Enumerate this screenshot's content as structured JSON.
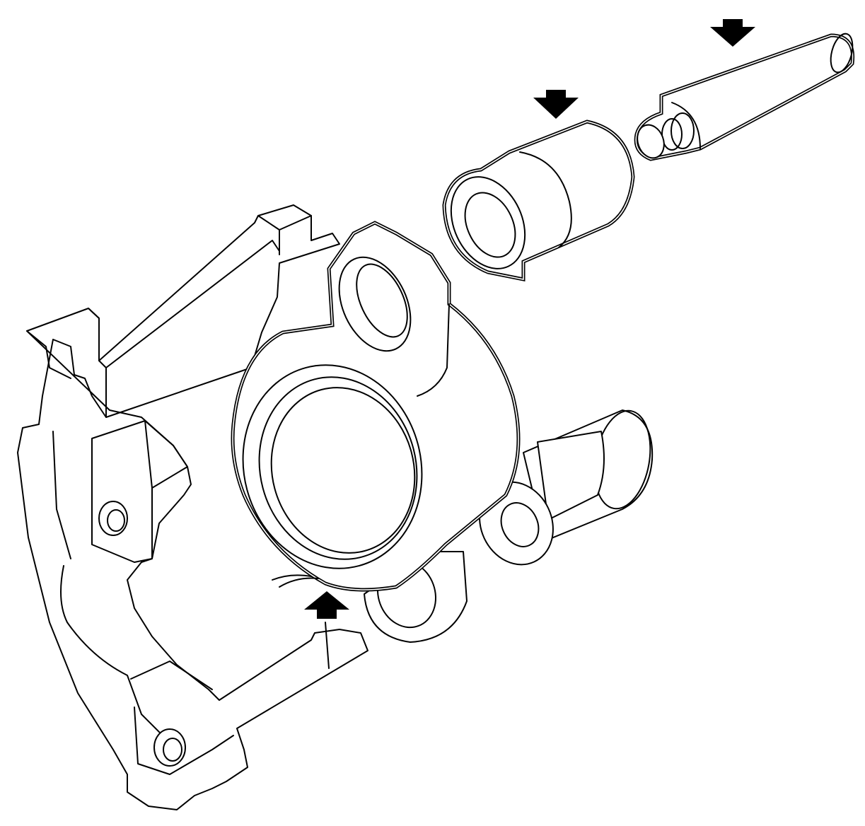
{
  "diagram": {
    "line_color": "#000000",
    "background": "#ffffff",
    "parts": [
      "caliper-bracket",
      "caliper-body",
      "guide-pin",
      "pin-bushing",
      "lower-bushing"
    ],
    "arrows": [
      {
        "id": "pin-arrow",
        "direction": "down"
      },
      {
        "id": "bushing-arrow",
        "direction": "down"
      },
      {
        "id": "body-arrow",
        "direction": "up"
      }
    ]
  }
}
